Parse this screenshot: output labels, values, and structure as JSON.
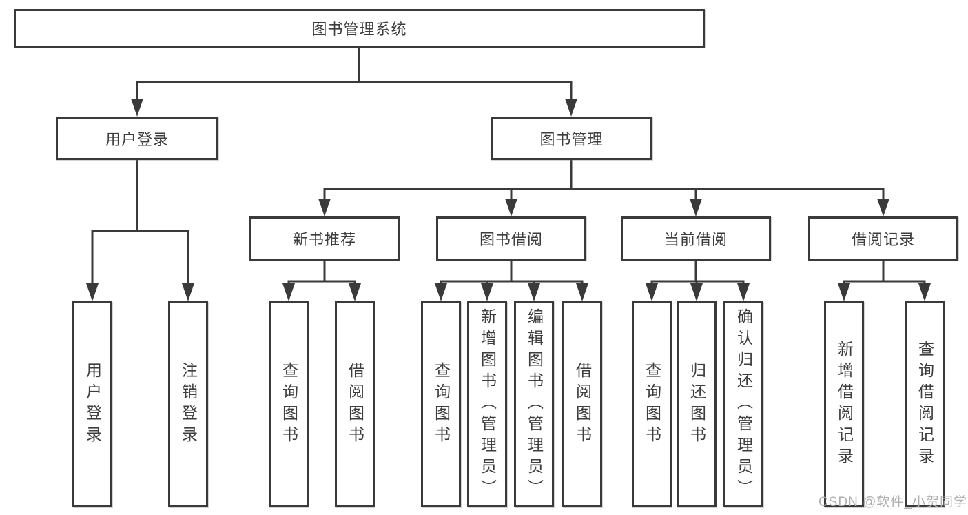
{
  "diagram": {
    "type": "tree",
    "title": "图书管理系统",
    "colors": {
      "line": "#3a3a3a",
      "box_border": "#3a3a3a",
      "text": "#3d3d3d",
      "background": "#ffffff",
      "watermark": "#aeaeae"
    },
    "nodes": {
      "root": {
        "label": "图书管理系统"
      },
      "user_login_branch": {
        "label": "用户登录"
      },
      "book_management": {
        "label": "图书管理"
      },
      "new_book_recommend": {
        "label": "新书推荐"
      },
      "book_borrowing": {
        "label": "图书借阅"
      },
      "current_borrowing": {
        "label": "当前借阅"
      },
      "borrowing_records": {
        "label": "借阅记录"
      },
      "leaf_user_login": {
        "label": "用户登录"
      },
      "leaf_logout": {
        "label": "注销登录"
      },
      "leaf_rec_query_books": {
        "label": "查询图书"
      },
      "leaf_rec_borrow_books": {
        "label": "借阅图书"
      },
      "leaf_bb_query_books": {
        "label": "查询图书"
      },
      "leaf_bb_add_books": {
        "label": "新增图书（管理员）"
      },
      "leaf_bb_edit_books": {
        "label": "编辑图书（管理员）"
      },
      "leaf_bb_borrow_books": {
        "label": "借阅图书"
      },
      "leaf_cb_query_books": {
        "label": "查询图书"
      },
      "leaf_cb_return_books": {
        "label": "归还图书"
      },
      "leaf_cb_confirm_return": {
        "label": "确认归还（管理员）"
      },
      "leaf_br_add_record": {
        "label": "新增借阅记录"
      },
      "leaf_br_query_record": {
        "label": "查询借阅记录"
      }
    },
    "hierarchy": {
      "图书管理系统": {
        "用户登录": [
          "用户登录",
          "注销登录"
        ],
        "图书管理": {
          "新书推荐": [
            "查询图书",
            "借阅图书"
          ],
          "图书借阅": [
            "查询图书",
            "新增图书（管理员）",
            "编辑图书（管理员）",
            "借阅图书"
          ],
          "当前借阅": [
            "查询图书",
            "归还图书",
            "确认归还（管理员）"
          ],
          "借阅记录": [
            "新增借阅记录",
            "查询借阅记录"
          ]
        }
      }
    },
    "watermark": {
      "text": "CSDN @软件_小贺同学"
    }
  }
}
